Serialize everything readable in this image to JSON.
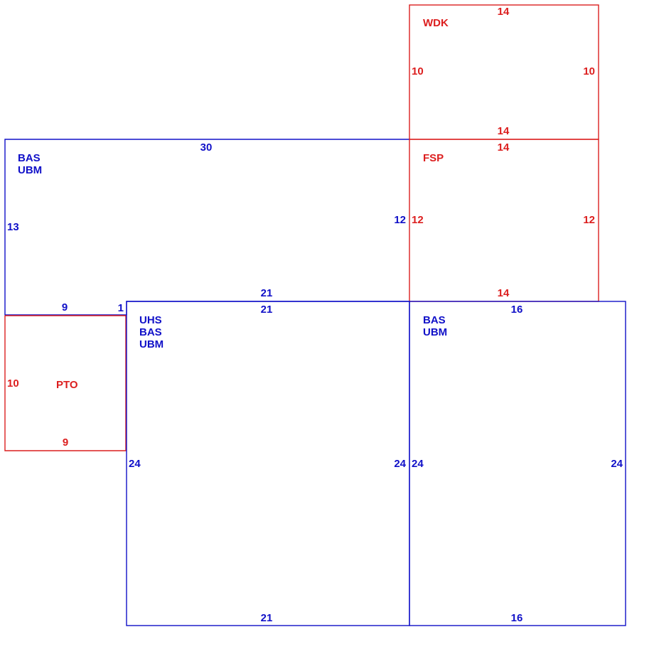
{
  "colors": {
    "main_area": "#1010c8",
    "other_area": "#dc1e1e"
  },
  "areas": {
    "wdk": {
      "code": "WDK",
      "top": "14",
      "bottom": "14",
      "left": "10",
      "right": "10"
    },
    "fsp": {
      "code": "FSP",
      "top": "14",
      "bottom": "14",
      "left": "12",
      "right": "12"
    },
    "bas_upper": {
      "codes": [
        "BAS",
        "UBM"
      ],
      "top": "30",
      "right": "12",
      "left": "13",
      "bottom_segment_a": "9",
      "bottom_segment_b": "1",
      "bottom_segment_c": "21"
    },
    "pto": {
      "code": "PTO",
      "left": "10",
      "bottom": "9"
    },
    "uhs": {
      "codes": [
        "UHS",
        "BAS",
        "UBM"
      ],
      "top": "21",
      "left": "24",
      "right": "24",
      "bottom": "21"
    },
    "bas_lower_right": {
      "codes": [
        "BAS",
        "UBM"
      ],
      "top": "16",
      "left": "24",
      "right": "24",
      "bottom": "16"
    }
  }
}
